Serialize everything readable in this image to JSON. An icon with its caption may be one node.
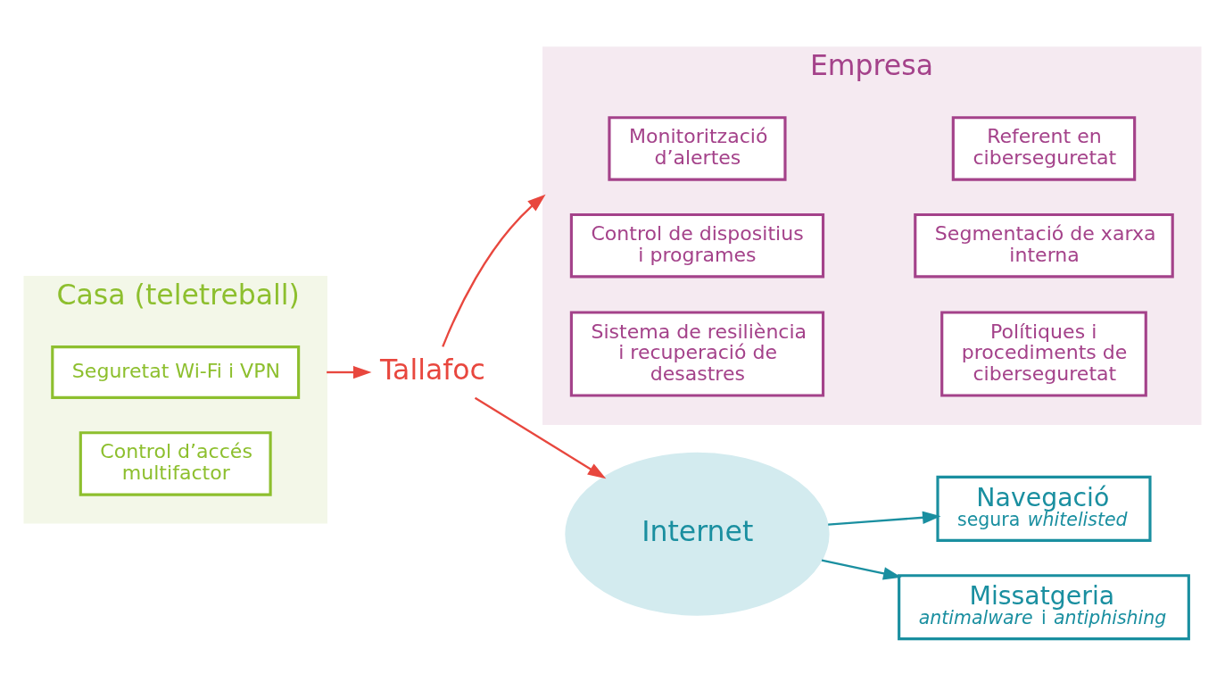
{
  "diagram": {
    "nodes": [
      {
        "text": [
          "Casa (teletreball)"
        ]
      },
      {
        "text": [
          "Seguretat Wi-Fi i VPN"
        ],
        "in": 0
      },
      {
        "text": [
          "Control d’accés multifactor"
        ],
        "in": 0
      },
      {
        "text": [
          "Tallafoc"
        ]
      },
      {
        "text": [
          "Empresa"
        ]
      },
      {
        "text": [
          "Monitorització d’alertes"
        ],
        "in": 4
      },
      {
        "text": [
          "Referent en ciberseguretat"
        ],
        "in": 4
      },
      {
        "text": [
          "Control de dispositius i programes"
        ],
        "in": 4
      },
      {
        "text": [
          "Segmentació de xarxa interna"
        ],
        "in": 4
      },
      {
        "text": [
          "Sistema de resiliència i recuperació de desastres"
        ],
        "in": 4
      },
      {
        "text": [
          "Polítiques i procediments de ciberseguretat"
        ],
        "in": 4
      },
      {
        "text": [
          "Internet"
        ]
      },
      {
        "text": [
          "Navegació",
          "segura *whitelisted*"
        ]
      },
      {
        "text": [
          "Missatgeria",
          "*antimalware* i *antiphishing*"
        ]
      }
    ],
    "edges": [
      {
        "from": 0,
        "to": 3,
        "arrow": "to"
      },
      {
        "from": 3,
        "to": 4,
        "arrow": "to"
      },
      {
        "from": 3,
        "to": 11,
        "arrow": "to"
      },
      {
        "from": 11,
        "to": 12,
        "arrow": "to",
        "color": "#1a8fa0"
      },
      {
        "from": 11,
        "to": 13,
        "arrow": "to",
        "color": "#1a8fa0"
      }
    ]
  }
}
